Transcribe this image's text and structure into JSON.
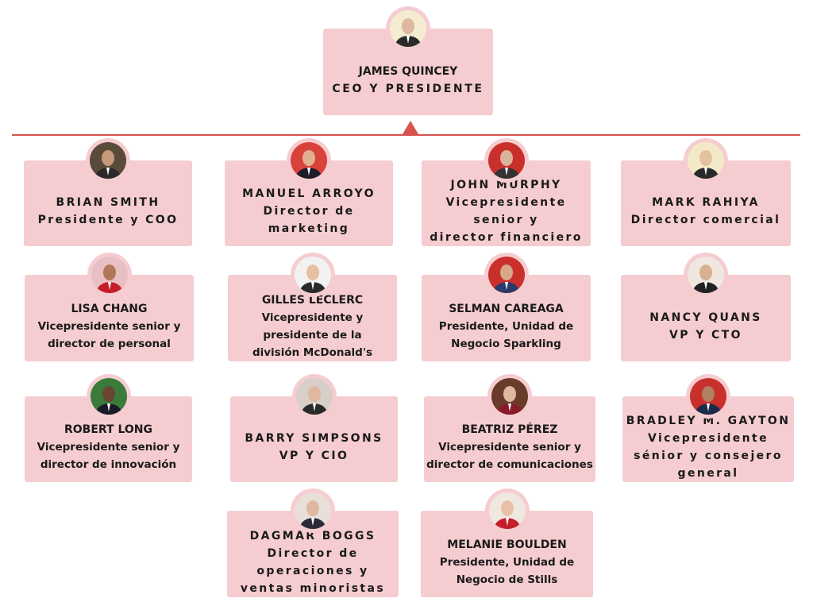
{
  "colors": {
    "card": "#f5cdd0",
    "accent": "#d9534f"
  },
  "ceo": {
    "name": "JAMES QUINCEY",
    "title": [
      "CEO Y PRESIDENTE"
    ]
  },
  "members": [
    {
      "name": "BRIAN SMITH",
      "title": [
        "Presidente y COO"
      ]
    },
    {
      "name": "MANUEL ARROYO",
      "title": [
        "Director de",
        "marketing"
      ]
    },
    {
      "name": "JOHN MURPHY",
      "title": [
        "Vicepresidente",
        "senior y",
        "director financiero"
      ]
    },
    {
      "name": "MARK RAHIYA",
      "title": [
        "Director comercial"
      ]
    },
    {
      "name": "LISA CHANG",
      "title": [
        "Vicepresidente senior y",
        "director de personal"
      ]
    },
    {
      "name": "GILLES LECLERC",
      "title": [
        "Vicepresidente y",
        "presidente de la",
        "división McDonald's"
      ]
    },
    {
      "name": "SELMAN CAREAGA",
      "title": [
        "Presidente, Unidad de",
        "Negocio Sparkling"
      ]
    },
    {
      "name": "NANCY QUANS",
      "title": [
        "VP Y CTO"
      ]
    },
    {
      "name": "ROBERT LONG",
      "title": [
        "Vicepresidente senior y",
        "director de innovación"
      ]
    },
    {
      "name": "BARRY SIMPSONS",
      "title": [
        "VP Y CIO"
      ]
    },
    {
      "name": "BEATRIZ PÉREZ",
      "title": [
        "Vicepresidente senior y",
        "director de comunicaciones"
      ]
    },
    {
      "name": "BRADLEY M. GAYTON",
      "title": [
        "Vicepresidente",
        "sénior y consejero",
        "general"
      ]
    },
    {
      "name": "DAGMAR BOGGS",
      "title": [
        "Director de",
        "operaciones y",
        "ventas minoristas"
      ]
    },
    {
      "name": "MELANIE BOULDEN",
      "title": [
        "Presidente, Unidad de",
        "Negocio de Stills"
      ]
    }
  ]
}
